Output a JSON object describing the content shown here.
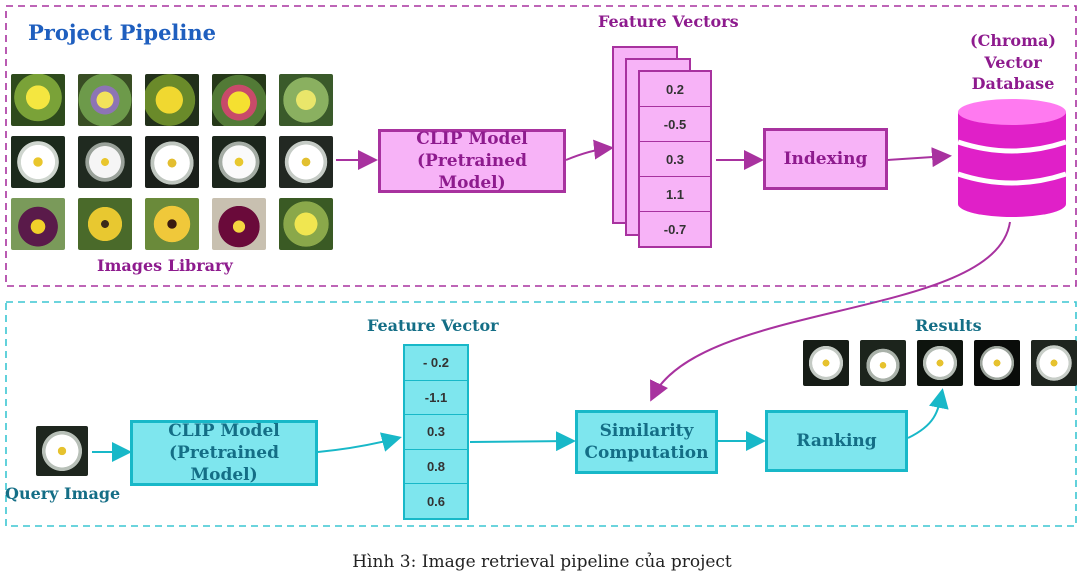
{
  "title": "Project Pipeline",
  "top": {
    "images_label": "Images Library",
    "clip_model": {
      "line1": "CLIP Model",
      "line2": "(Pretrained Model)"
    },
    "feature_vectors_label": "Feature Vectors",
    "vector_values": [
      "0.2",
      "-0.5",
      "0.3",
      "1.1",
      "-0.7"
    ],
    "indexing_label": "Indexing",
    "db_label": {
      "line1": "(Chroma)",
      "line2": "Vector",
      "line3": "Database"
    }
  },
  "bottom": {
    "query_label": "Query Image",
    "clip_model": {
      "line1": "CLIP Model",
      "line2": "(Pretrained Model)"
    },
    "feature_vector_label": "Feature Vector",
    "vector_values": [
      "- 0.2",
      "-1.1",
      "0.3",
      "0.8",
      "0.6"
    ],
    "similarity": {
      "line1": "Similarity",
      "line2": "Computation"
    },
    "ranking_label": "Ranking",
    "results_label": "Results"
  },
  "caption": "Hình 3: Image retrieval pipeline của project",
  "colors": {
    "purple": "#a8329f",
    "pink_fill": "#f7b3f7",
    "magenta_db": "#e020c8",
    "teal": "#18b8c8",
    "cyan_fill": "#7ee6ee",
    "blue_title": "#1f5fbf"
  }
}
